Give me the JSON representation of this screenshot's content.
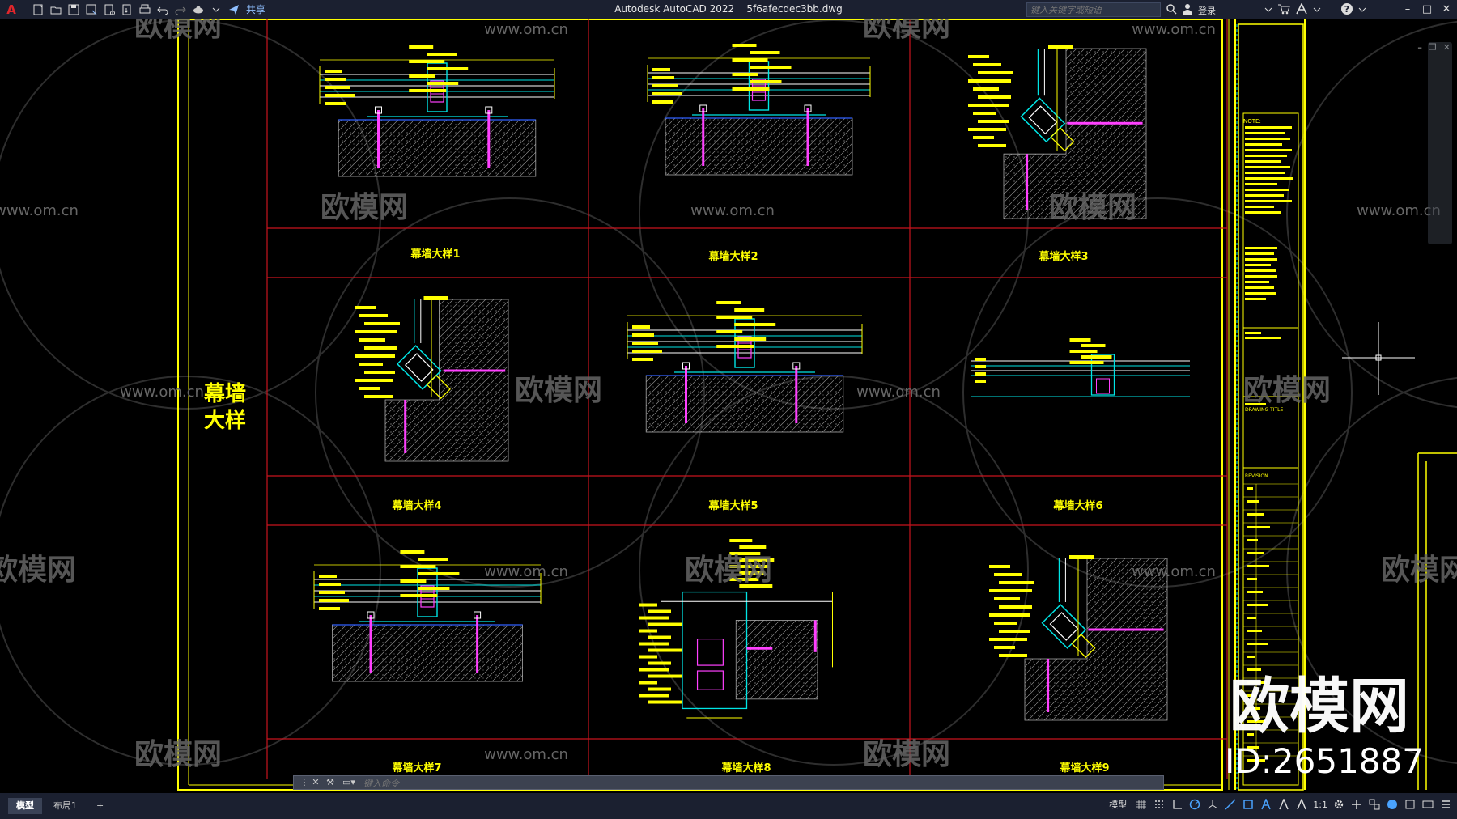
{
  "app": {
    "title": "Autodesk AutoCAD 2022",
    "filename": "5f6afecdec3bb.dwg",
    "logo": "A",
    "share_label": "共享",
    "search_placeholder": "键入关键字或短语",
    "login_label": "登录"
  },
  "drawing": {
    "sheet_title_line1": "幕墙",
    "sheet_title_line2": "大样",
    "details": [
      {
        "label": "幕墙大样1"
      },
      {
        "label": "幕墙大样2"
      },
      {
        "label": "幕墙大样3"
      },
      {
        "label": "幕墙大样4"
      },
      {
        "label": "幕墙大样5"
      },
      {
        "label": "幕墙大样6"
      },
      {
        "label": "幕墙大样7"
      },
      {
        "label": "幕墙大样8"
      },
      {
        "label": "幕墙大样9"
      }
    ],
    "titleblock": {
      "note": "NOTE:",
      "revision": "REVISION",
      "drawing_title": "DRAWING TITLE"
    },
    "colors": {
      "border": "#ffff00",
      "grid": "#c8141e",
      "detail": "#00e5e5",
      "hatch": "#a0a0a0",
      "label": "#ffff00",
      "accent": "#ff40ff"
    }
  },
  "watermark": {
    "site": "www.om.cn",
    "brand": "欧模网",
    "big_brand": "欧模网",
    "id": "ID:2651887"
  },
  "command": {
    "placeholder": "键入命令"
  },
  "status": {
    "tabs": [
      "模型",
      "布局1"
    ],
    "add_tab": "+",
    "model_label": "模型",
    "scale": "1:1"
  }
}
